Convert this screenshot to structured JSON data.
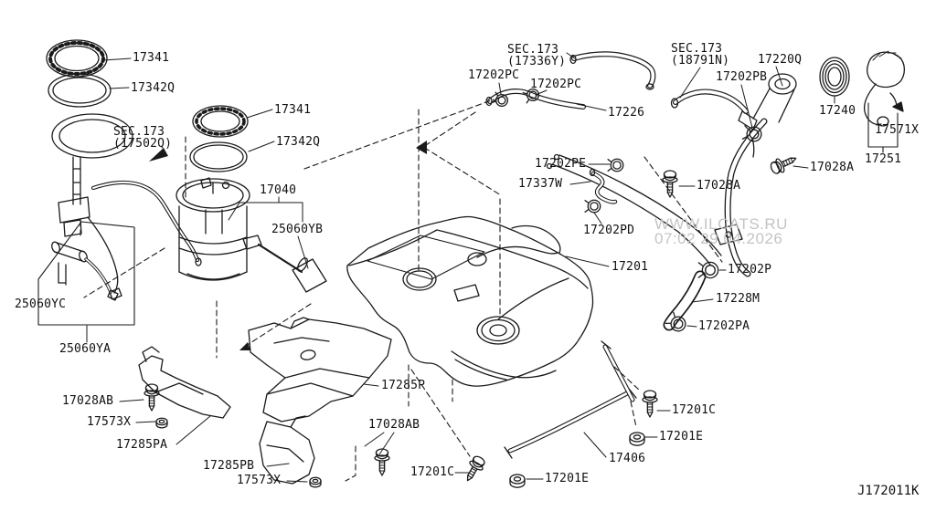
{
  "colors": {
    "line": "#1a1a1a",
    "watermark": "#c4c4c4",
    "background": "#ffffff"
  },
  "watermark": {
    "line1": "WWW.ILCATS.RU",
    "line2": "07:02 29.04.2026"
  },
  "diagram_code": "J172011K",
  "section_refs": {
    "s17502q": {
      "line1": "SEC.173",
      "line2": "(17502Q)"
    },
    "s17336y": {
      "line1": "SEC.173",
      "line2": "(17336Y)"
    },
    "s18791n": {
      "line1": "SEC.173",
      "line2": "(18791N)"
    }
  },
  "labels": {
    "p17341_a": "17341",
    "p17342q_a": "17342Q",
    "p17341_b": "17341",
    "p17342q_b": "17342Q",
    "p17040": "17040",
    "p25060yb": "25060YB",
    "p25060yc": "25060YC",
    "p25060ya": "25060YA",
    "p17202pc_a": "17202PC",
    "p17202pc_b": "17202PC",
    "p17226": "17226",
    "p17220q": "17220Q",
    "p17202pb": "17202PB",
    "p17240": "17240",
    "p17571x": "17571X",
    "p17251": "17251",
    "p17028a_right": "17028A",
    "p17028a_mid": "17028A",
    "p17202pe": "17202PE",
    "p17337w": "17337W",
    "p17202pd": "17202PD",
    "p17201": "17201",
    "p17202p": "17202P",
    "p17228m": "17228M",
    "p17202pa": "17202PA",
    "p17028ab_left": "17028AB",
    "p17573x_a": "17573X",
    "p17285pa": "17285PA",
    "p17285pb": "17285PB",
    "p17573x_b": "17573X",
    "p17285p": "17285P",
    "p17028ab_mid": "17028AB",
    "p17201c_left": "17201C",
    "p17201c_right": "17201C",
    "p17201e_right": "17201E",
    "p17406": "17406",
    "p17201e_left": "17201E"
  }
}
